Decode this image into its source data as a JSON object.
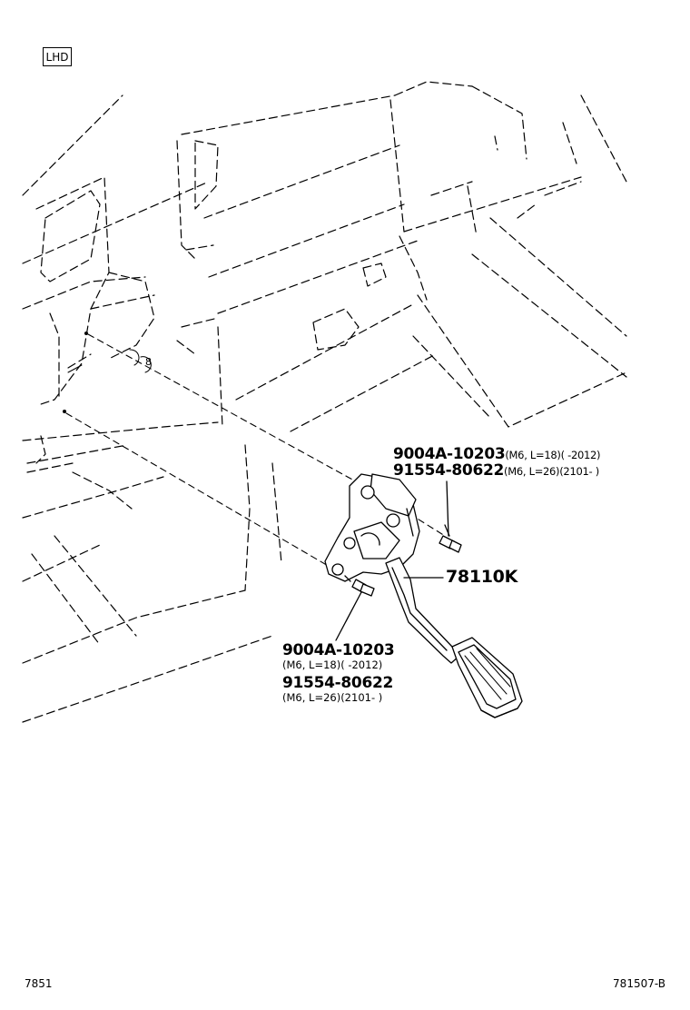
{
  "badge": "LHD",
  "callouts": {
    "bolt_top": {
      "part1": "9004A-10203",
      "spec1": "(M6, L=18)(      -2012)",
      "part2": "91554-80622",
      "spec2": "(M6, L=26)(2101-      )"
    },
    "pedal": {
      "part": "78110K"
    },
    "bolt_bottom": {
      "part1": "9004A-10203",
      "spec1": "(M6, L=18)(      -2012)",
      "part2": "91554-80622",
      "spec2": "(M6, L=26)(2101-      )"
    }
  },
  "marks": {
    "clip_label": "8"
  },
  "footer": {
    "left": "7851",
    "right": "781507-B"
  }
}
